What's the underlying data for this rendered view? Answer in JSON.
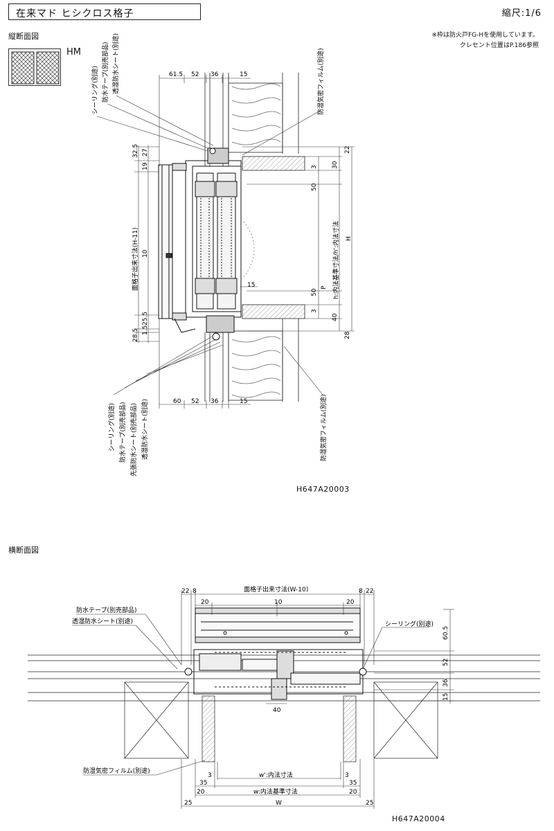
{
  "header": {
    "title": "在来マド ヒシクロス格子",
    "scale": "縮尺:1/6"
  },
  "notes": [
    "※枠は防火戸FG-Hを使用しています。",
    "クレセント位置はP.186参照"
  ],
  "vertical_section": {
    "heading": "縦断面図",
    "type_label": "HM",
    "drawing_code": "H647A20003",
    "top_dims": [
      "61.5",
      "52",
      "36",
      "15"
    ],
    "bottom_dims": [
      "60",
      "52",
      "36",
      "15"
    ],
    "left_dims": [
      "32.5",
      "27",
      "19",
      "10",
      "25.5",
      "1.5",
      "28.5"
    ],
    "right_dims": [
      "22",
      "30",
      "3",
      "50",
      "50",
      "3",
      "40",
      "28",
      "15"
    ],
    "top_callouts": [
      "シーリング(別途)",
      "防水テープ(別売部品)",
      "透湿防水シート(別途)"
    ],
    "top_right_callout": "防湿気密フィルム(別途)",
    "bottom_callouts": [
      "シーリング(別途)",
      "防水テープ(別売部品)",
      "先張防水シート(別売部品)",
      "透湿防水シート(別途)"
    ],
    "bottom_right_callout": "防湿気密フィルム(別途)",
    "grille_dim_label": "面格子出来寸法(H-11)",
    "inner_dim_label": "h:内法基準寸法/h':内法寸法",
    "h_label": "H",
    "p_label": "P"
  },
  "horizontal_section": {
    "heading": "横断面図",
    "drawing_code": "H647A20004",
    "grille_dim_label": "面格子出来寸法(W-10)",
    "top_dims": [
      "22",
      "8",
      "8",
      "22",
      "20",
      "10",
      "20"
    ],
    "right_dims": [
      "60.5",
      "52",
      "36",
      "15"
    ],
    "center_dim": "40",
    "left_callouts": [
      "防水テープ(別売部品)",
      "透湿防水シート(別途)"
    ],
    "right_callout": "シーリング(別途)",
    "bottom_left_callout": "防湿気密フィルム(別途)",
    "bottom_rows": [
      {
        "left": "3",
        "label": "w':内法寸法",
        "right": "3"
      },
      {
        "left": "35",
        "label": "",
        "right": "35"
      },
      {
        "left": "20",
        "label": "w:内法基準寸法",
        "right": "20"
      },
      {
        "left": "25",
        "label": "W",
        "right": "25"
      }
    ]
  }
}
